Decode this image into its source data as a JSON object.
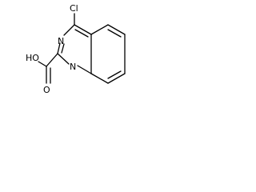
{
  "molecule": {
    "atom_labels": {
      "chlorine": "Cl",
      "nitrogen_3": "N",
      "nitrogen_1": "N",
      "hydroxyl": "HO",
      "carbonyl_oxygen": "O"
    },
    "colors": {
      "bond": "#000000",
      "text": "#000000",
      "background": "#ffffff"
    }
  }
}
